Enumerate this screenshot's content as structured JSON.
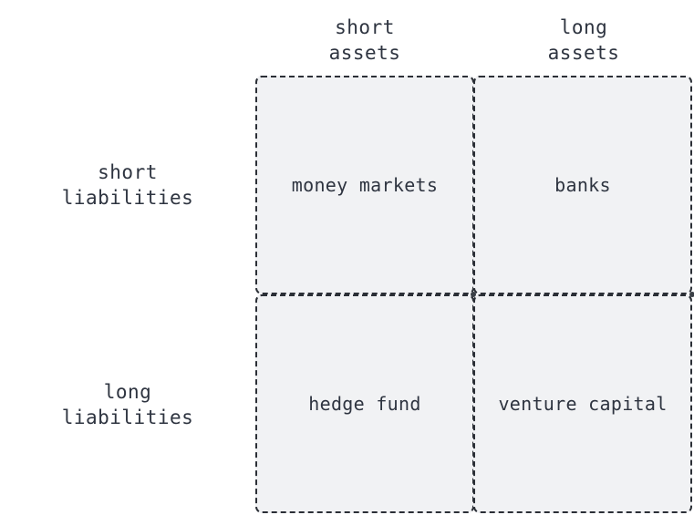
{
  "columns": [
    {
      "label": "short\nassets"
    },
    {
      "label": "long\nassets"
    }
  ],
  "rows": [
    {
      "label": "short\nliabilities"
    },
    {
      "label": "long\nliabilities"
    }
  ],
  "cells": [
    [
      "money markets",
      "banks"
    ],
    [
      "hedge fund",
      "venture capital"
    ]
  ],
  "colors": {
    "cell_fill": "#f1f2f4",
    "border": "#2b2f36",
    "text": "#2e3440"
  }
}
